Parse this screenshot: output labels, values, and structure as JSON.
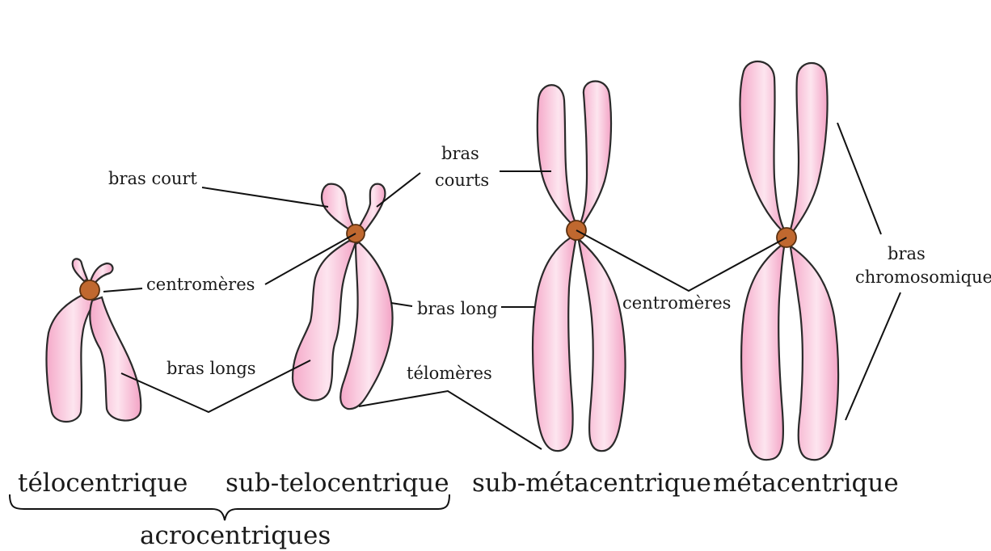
{
  "labels": {
    "bras_court": "bras court",
    "bras_courts_line1": "bras",
    "bras_courts_line2": "courts",
    "centromeres_left": "centromères",
    "centromeres_right": "centromères",
    "bras_long": "bras long",
    "bras_longs": "bras longs",
    "telomeres": "télomères",
    "bras_chromosomiques_line1": "bras",
    "bras_chromosomiques_line2": "chromosomiques"
  },
  "types": {
    "telocentrique": "télocentrique",
    "sub_telocentrique": "sub-telocentrique",
    "sub_metacentrique": "sub-métacentrique",
    "metacentrique": "métacentrique"
  },
  "group": {
    "acrocentriques": "acrocentriques"
  },
  "colors": {
    "arm_light": "#fde3ee",
    "arm_dark": "#f19ac0",
    "centromere": "#c0682f",
    "outline": "#2a2a2a"
  }
}
